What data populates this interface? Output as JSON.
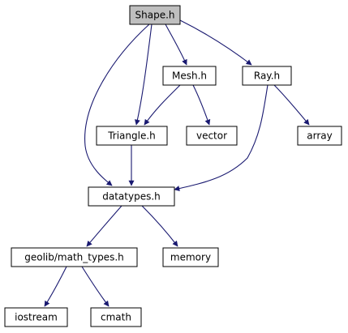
{
  "colors": {
    "edge": "#191970",
    "node_fill": "#ffffff",
    "node_highlight_fill": "#bfbfbf",
    "node_border": "#000000"
  },
  "graph": {
    "title": "",
    "nodes": [
      {
        "id": "shape",
        "label": "Shape.h",
        "highlighted": true
      },
      {
        "id": "mesh",
        "label": "Mesh.h",
        "highlighted": false
      },
      {
        "id": "ray",
        "label": "Ray.h",
        "highlighted": false
      },
      {
        "id": "triangle",
        "label": "Triangle.h",
        "highlighted": false
      },
      {
        "id": "vector",
        "label": "vector",
        "highlighted": false
      },
      {
        "id": "array",
        "label": "array",
        "highlighted": false
      },
      {
        "id": "datatypes",
        "label": "datatypes.h",
        "highlighted": false
      },
      {
        "id": "mathtypes",
        "label": "geolib/math_types.h",
        "highlighted": false
      },
      {
        "id": "memory",
        "label": "memory",
        "highlighted": false
      },
      {
        "id": "iostream",
        "label": "iostream",
        "highlighted": false
      },
      {
        "id": "cmath",
        "label": "cmath",
        "highlighted": false
      }
    ],
    "edges": [
      {
        "from": "shape",
        "to": "datatypes"
      },
      {
        "from": "shape",
        "to": "triangle"
      },
      {
        "from": "shape",
        "to": "mesh"
      },
      {
        "from": "shape",
        "to": "ray"
      },
      {
        "from": "mesh",
        "to": "triangle"
      },
      {
        "from": "mesh",
        "to": "vector"
      },
      {
        "from": "ray",
        "to": "datatypes"
      },
      {
        "from": "ray",
        "to": "array"
      },
      {
        "from": "triangle",
        "to": "datatypes"
      },
      {
        "from": "datatypes",
        "to": "mathtypes"
      },
      {
        "from": "datatypes",
        "to": "memory"
      },
      {
        "from": "mathtypes",
        "to": "iostream"
      },
      {
        "from": "mathtypes",
        "to": "cmath"
      }
    ]
  }
}
